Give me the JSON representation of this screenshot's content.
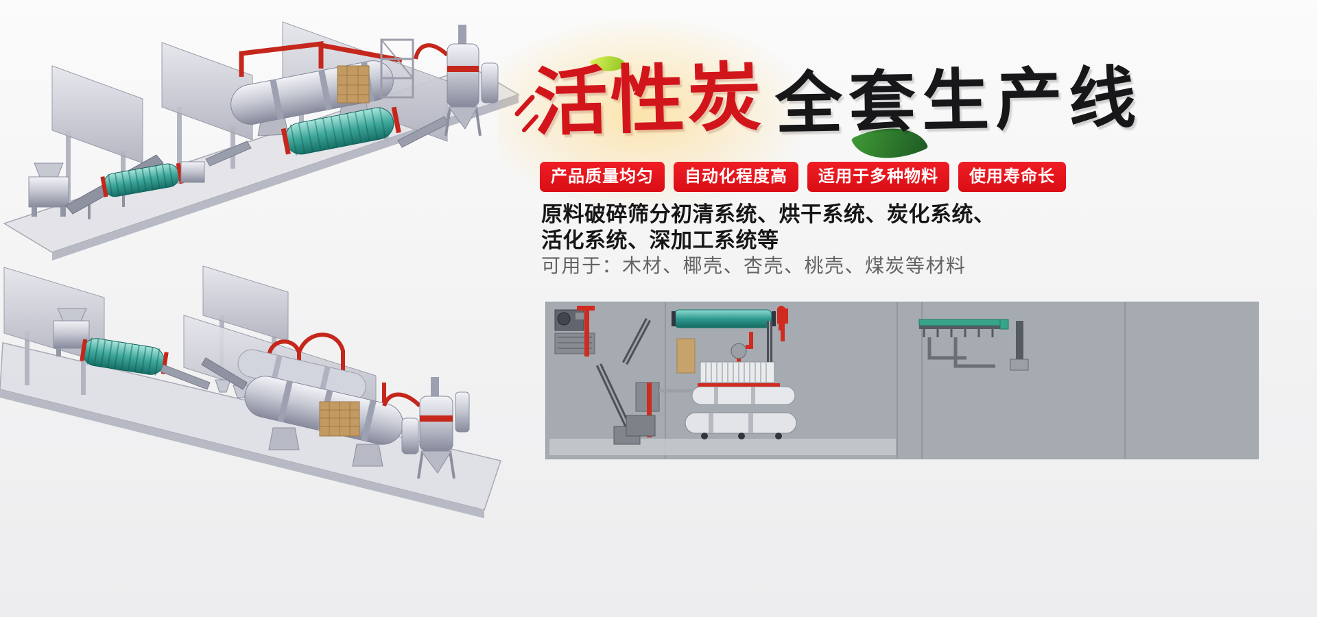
{
  "banner": {
    "title": {
      "red_part": "活性炭",
      "black_part": "全套生产线"
    },
    "badges": [
      {
        "label": "产品质量均匀"
      },
      {
        "label": "自动化程度高"
      },
      {
        "label": "适用于多种物料"
      },
      {
        "label": "使用寿命长"
      }
    ],
    "description": {
      "line1": "原料破碎筛分初清系统、烘干系统、炭化系统、",
      "line2": "活化系统、深加工系统等"
    },
    "materials_line": "可用于：木材、椰壳、杏壳、桃壳、煤炭等材料"
  },
  "colors": {
    "badge_red": "#e4131b",
    "title_red": "#d2151b",
    "title_black": "#17171a",
    "text_dark": "#161616",
    "text_gray": "#636363",
    "background": "#f2f2f3",
    "panel_gray": "#a6abb1",
    "machine_red": "#c5271c",
    "machine_teal": "#3fa89c",
    "leaf_green": "#2f9124"
  },
  "icons": [
    {
      "name": "leaf-icon",
      "glyph": "leaf shape"
    },
    {
      "name": "speed-lines-icon",
      "glyph": "red accent strokes"
    }
  ]
}
